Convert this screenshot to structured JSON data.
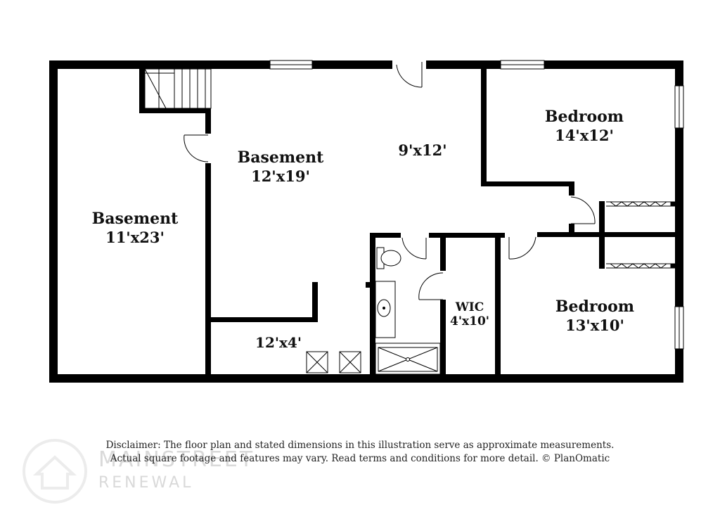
{
  "rooms": {
    "basement_left": {
      "name": "Basement",
      "dims": "11'x23'"
    },
    "basement_main": {
      "name": "Basement",
      "dims": "12'x19'"
    },
    "area_9x12": {
      "dims": "9'x12'"
    },
    "bedroom_top": {
      "name": "Bedroom",
      "dims": "14'x12'"
    },
    "bedroom_bottom": {
      "name": "Bedroom",
      "dims": "13'x10'"
    },
    "wic": {
      "name": "WIC",
      "dims": "4'x10'"
    },
    "area_12x4": {
      "dims": "12'x4'"
    }
  },
  "disclaimer": {
    "line1": "Disclaimer: The floor plan and stated dimensions in this illustration serve as approximate measurements.",
    "line2": "Actual square footage and features may vary. Read terms and conditions for more detail. © PlanOmatic"
  },
  "watermark": {
    "brand_line1": "MAINSTREET",
    "brand_line2": "RENEWAL"
  }
}
